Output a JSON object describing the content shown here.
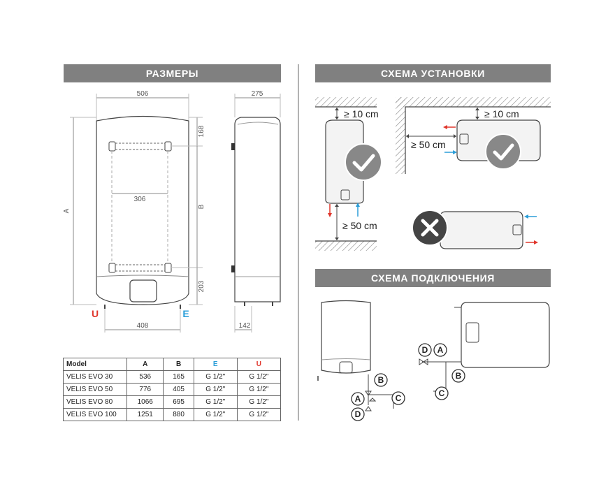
{
  "headers": {
    "dimensions": "РАЗМЕРЫ",
    "installation": "СХЕМА УСТАНОВКИ",
    "connection": "СХЕМА ПОДКЛЮЧЕНИЯ"
  },
  "dimensions": {
    "width_top": "506",
    "depth_top": "275",
    "inner_width": "306",
    "top_offset": "168",
    "bottom_offset": "203",
    "bottom_width": "408",
    "bottom_depth": "142",
    "label_a": "A",
    "label_b": "B",
    "label_u": "U",
    "label_e": "E"
  },
  "installation": {
    "vertical_top": "≥ 10 cm",
    "vertical_bottom": "≥ 50 cm",
    "horizontal_top": "≥ 10 cm",
    "horizontal_side": "≥ 50 cm"
  },
  "connection": {
    "left_a": "A",
    "left_b": "B",
    "left_c": "C",
    "left_d": "D",
    "right_a": "A",
    "right_b": "B",
    "right_c": "C",
    "right_d": "D"
  },
  "table": {
    "headers": [
      "Model",
      "A",
      "B",
      "E",
      "U"
    ],
    "rows": [
      [
        "VELIS EVO 30",
        "536",
        "165",
        "G 1/2\"",
        "G 1/2\""
      ],
      [
        "VELIS EVO 50",
        "776",
        "405",
        "G 1/2\"",
        "G 1/2\""
      ],
      [
        "VELIS EVO 80",
        "1066",
        "695",
        "G 1/2\"",
        "G 1/2\""
      ],
      [
        "VELIS EVO 100",
        "1251",
        "880",
        "G 1/2\"",
        "G 1/2\""
      ]
    ]
  },
  "colors": {
    "header_bg": "#808080",
    "hot": "#e0352b",
    "cold": "#2b9ed8"
  }
}
